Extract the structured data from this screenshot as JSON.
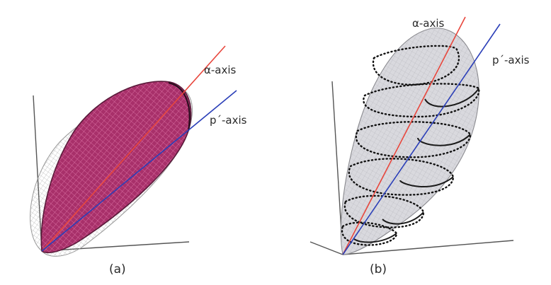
{
  "panel_a": {
    "label": "(a)",
    "alpha_axis_label": "α-axis",
    "p_axis_label": "p´-axis"
  },
  "panel_b": {
    "label": "(b)",
    "alpha_axis_label": "α-axis",
    "p_axis_label": "p´-axis"
  },
  "colors": {
    "alpha_axis": "#e8463c",
    "p_axis": "#2b3fb8",
    "surface_fill": "#a8306a",
    "surface_mesh": "#e27aab",
    "outer_shell": "#9a9a9a",
    "shell_fill": "#d7d7dc",
    "frame": "#555555",
    "dotted_curve": "#111111"
  }
}
